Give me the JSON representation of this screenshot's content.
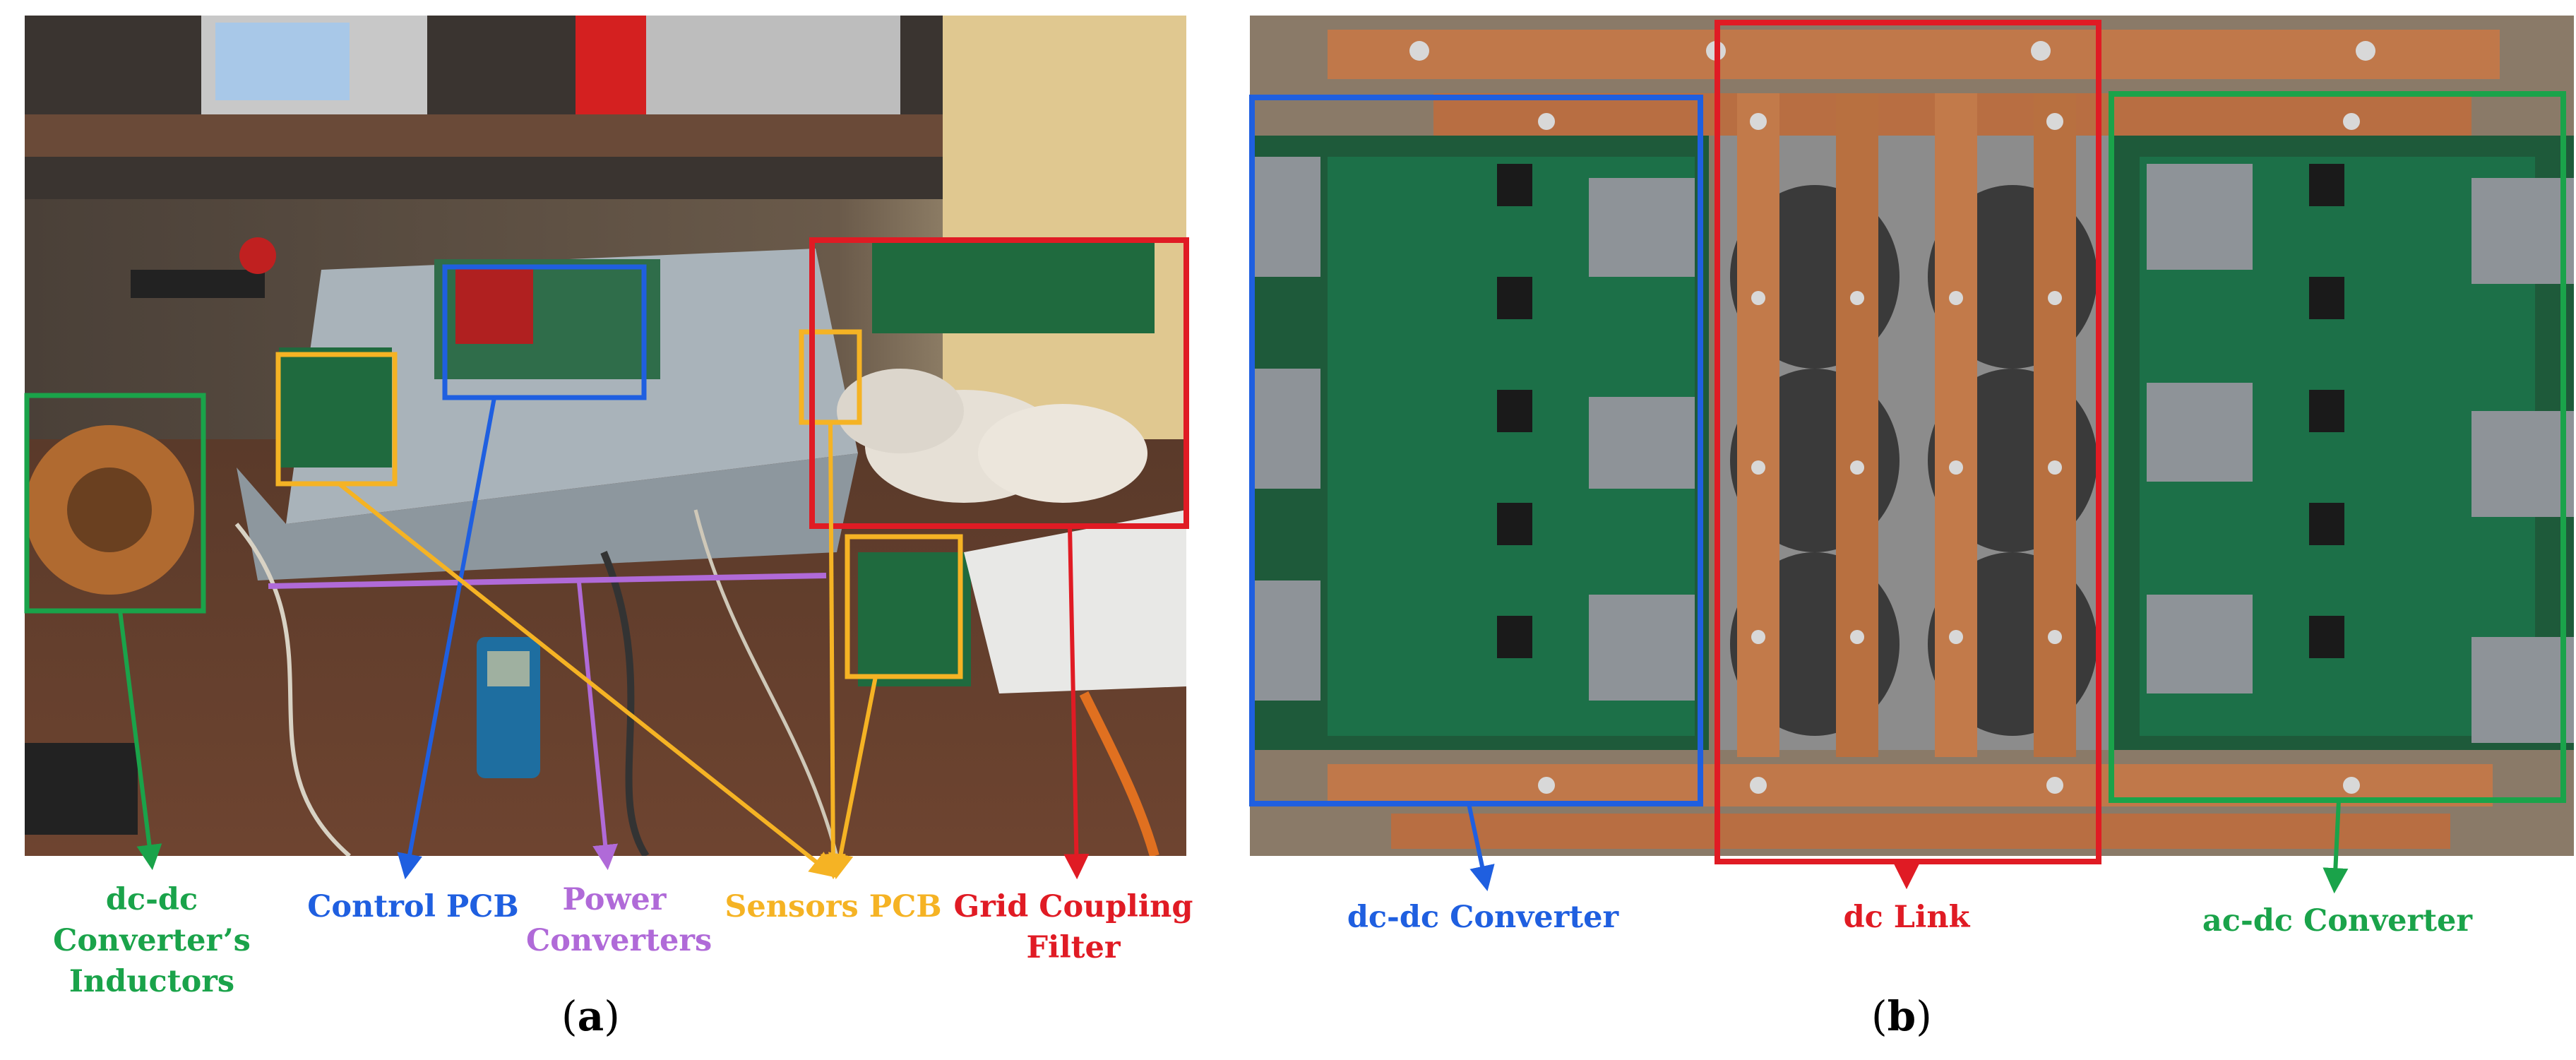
{
  "panel_a": {
    "labels": {
      "inductors": "dc-dc Converter’s\nInductors",
      "control_pcb": "Control PCB",
      "power_converters": "Power\nConverters",
      "sensors_pcb": "Sensors PCB",
      "grid_filter": "Grid Coupling\nFilter"
    },
    "caption_letter": "a"
  },
  "panel_b": {
    "labels": {
      "dcdc": "dc-dc Converter",
      "dclink": "dc Link",
      "acdc": "ac-dc Converter"
    },
    "caption_letter": "b"
  },
  "colors": {
    "green": "#1aa34a",
    "blue": "#1f5fe0",
    "purple": "#b06ad8",
    "orange": "#f5b324",
    "red": "#e01b24"
  }
}
